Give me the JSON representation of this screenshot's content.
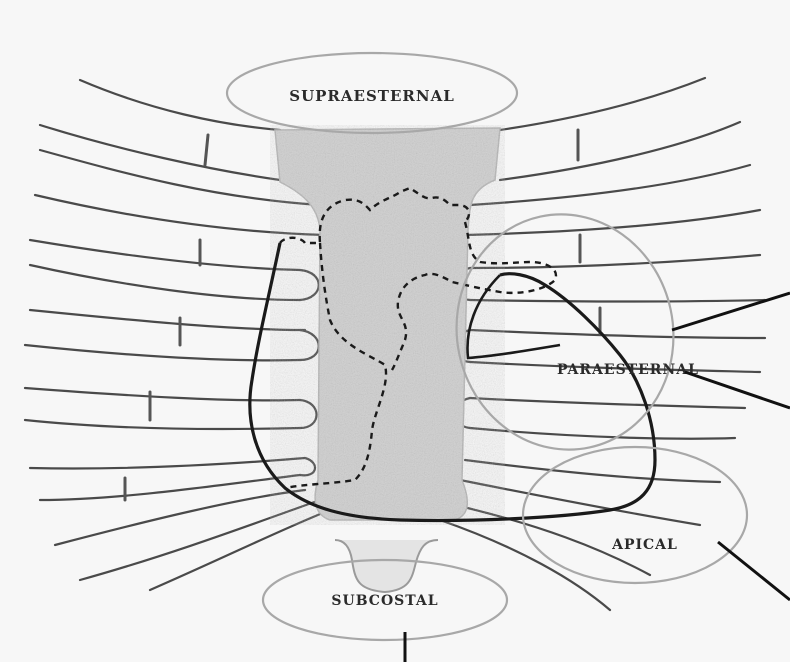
{
  "labels": {
    "suprasternal": "SUPRAESTERNAL",
    "parasternal": "PARAESTERNAL",
    "apical": "APICAL",
    "subcostal": "SUBCOSTAL"
  },
  "colors": {
    "background": "#ffffff",
    "sternum_shading": "#d2d2d2",
    "outline": "#1a1a1a",
    "window_circle": "#a8a8a8"
  }
}
